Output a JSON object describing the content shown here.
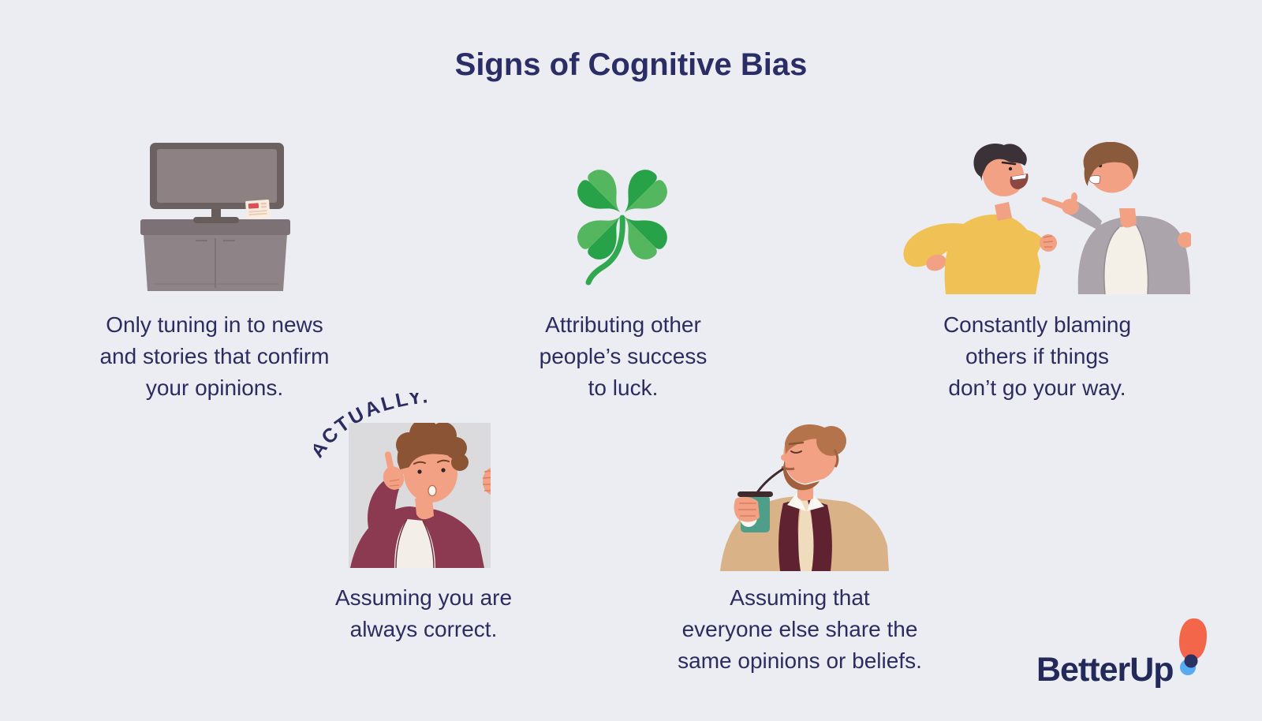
{
  "page": {
    "title": "Signs of Cognitive Bias",
    "background_color": "#ecedf3",
    "text_color": "#2b2d62"
  },
  "signs": [
    {
      "name": "confirmation-bias",
      "illustration": "tv-news",
      "lines": [
        "Only tuning in to news",
        "and stories that confirm",
        "your opinions."
      ]
    },
    {
      "name": "luck-attribution",
      "illustration": "four-leaf-clover",
      "lines": [
        "Attributing other",
        "people’s success",
        "to luck."
      ]
    },
    {
      "name": "blaming-others",
      "illustration": "arguing-people",
      "lines": [
        "Constantly blaming",
        "others if things",
        "don’t go your way."
      ]
    },
    {
      "name": "always-correct",
      "illustration": "actually-man",
      "speech_label": "ACTUALLY..",
      "lines": [
        "Assuming you are",
        "always correct."
      ]
    },
    {
      "name": "assumed-consensus",
      "illustration": "man-drinking",
      "lines": [
        "Assuming that",
        "everyone else share the",
        "same opinions or beliefs."
      ]
    }
  ],
  "brand": {
    "name": "BetterUp"
  },
  "colors": {
    "navy_text": "#2b2d62",
    "clover_green_dark": "#28a249",
    "clover_green_light": "#55b660",
    "betterup_orange": "#f4664a",
    "betterup_blue": "#58aaf2",
    "betterup_navy": "#2b3261"
  }
}
